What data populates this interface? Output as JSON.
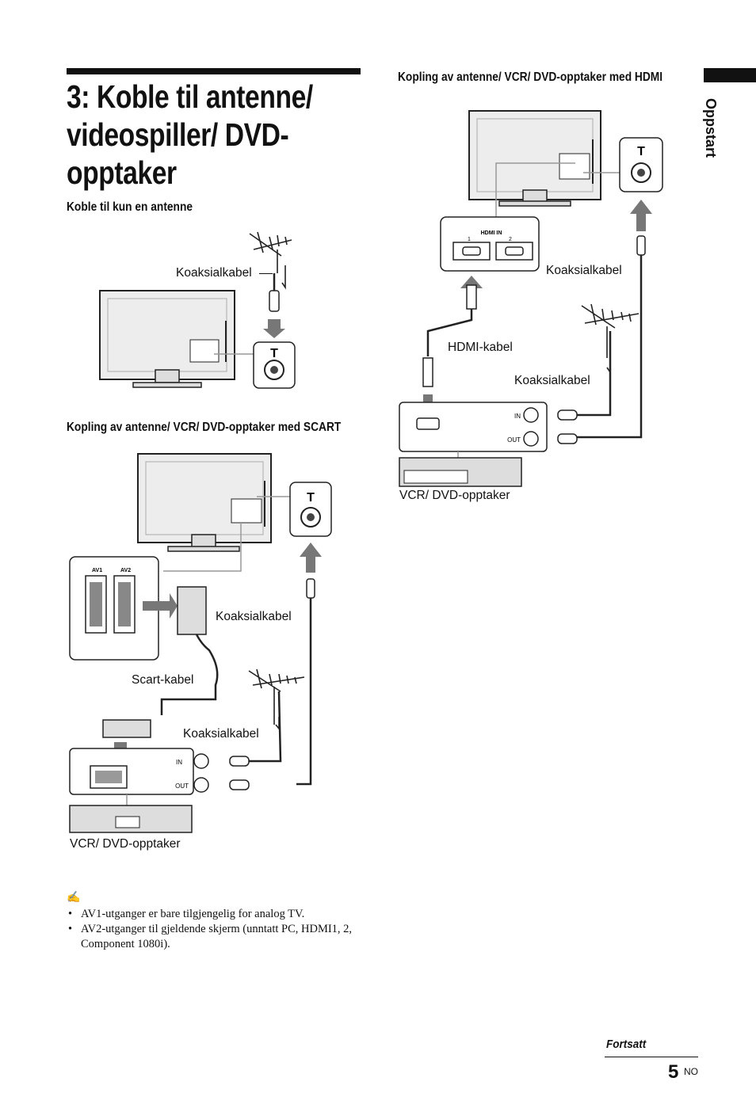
{
  "header": {
    "title": "3: Koble til antenne/ videospiller/ DVD-opptaker",
    "side_tab": "Oppstart"
  },
  "sections": {
    "antenna_only": "Koble til kun en antenne",
    "scart": "Kopling av antenne/ VCR/ DVD-opptaker med SCART",
    "hdmi": "Kopling av antenne/ VCR/ DVD-opptaker med HDMI"
  },
  "labels": {
    "coax": "Koaksialkabel",
    "scart_cable": "Scart-kabel",
    "hdmi_cable": "HDMI-kabel",
    "recorder": "VCR/ DVD-opptaker",
    "av1": "AV1",
    "av2": "AV2",
    "in": "IN",
    "out": "OUT",
    "hdmi_in": "HDMI IN",
    "hdmi_1": "1",
    "hdmi_2": "2"
  },
  "notes": {
    "items": [
      "AV1-utganger er bare tilgjengelig for analog TV.",
      "AV2-utganger til gjeldende skjerm (unntatt PC, HDMI1, 2, Component 1080i)."
    ]
  },
  "footer": {
    "continued": "Fortsatt",
    "page_number": "5",
    "page_code": "NO"
  }
}
